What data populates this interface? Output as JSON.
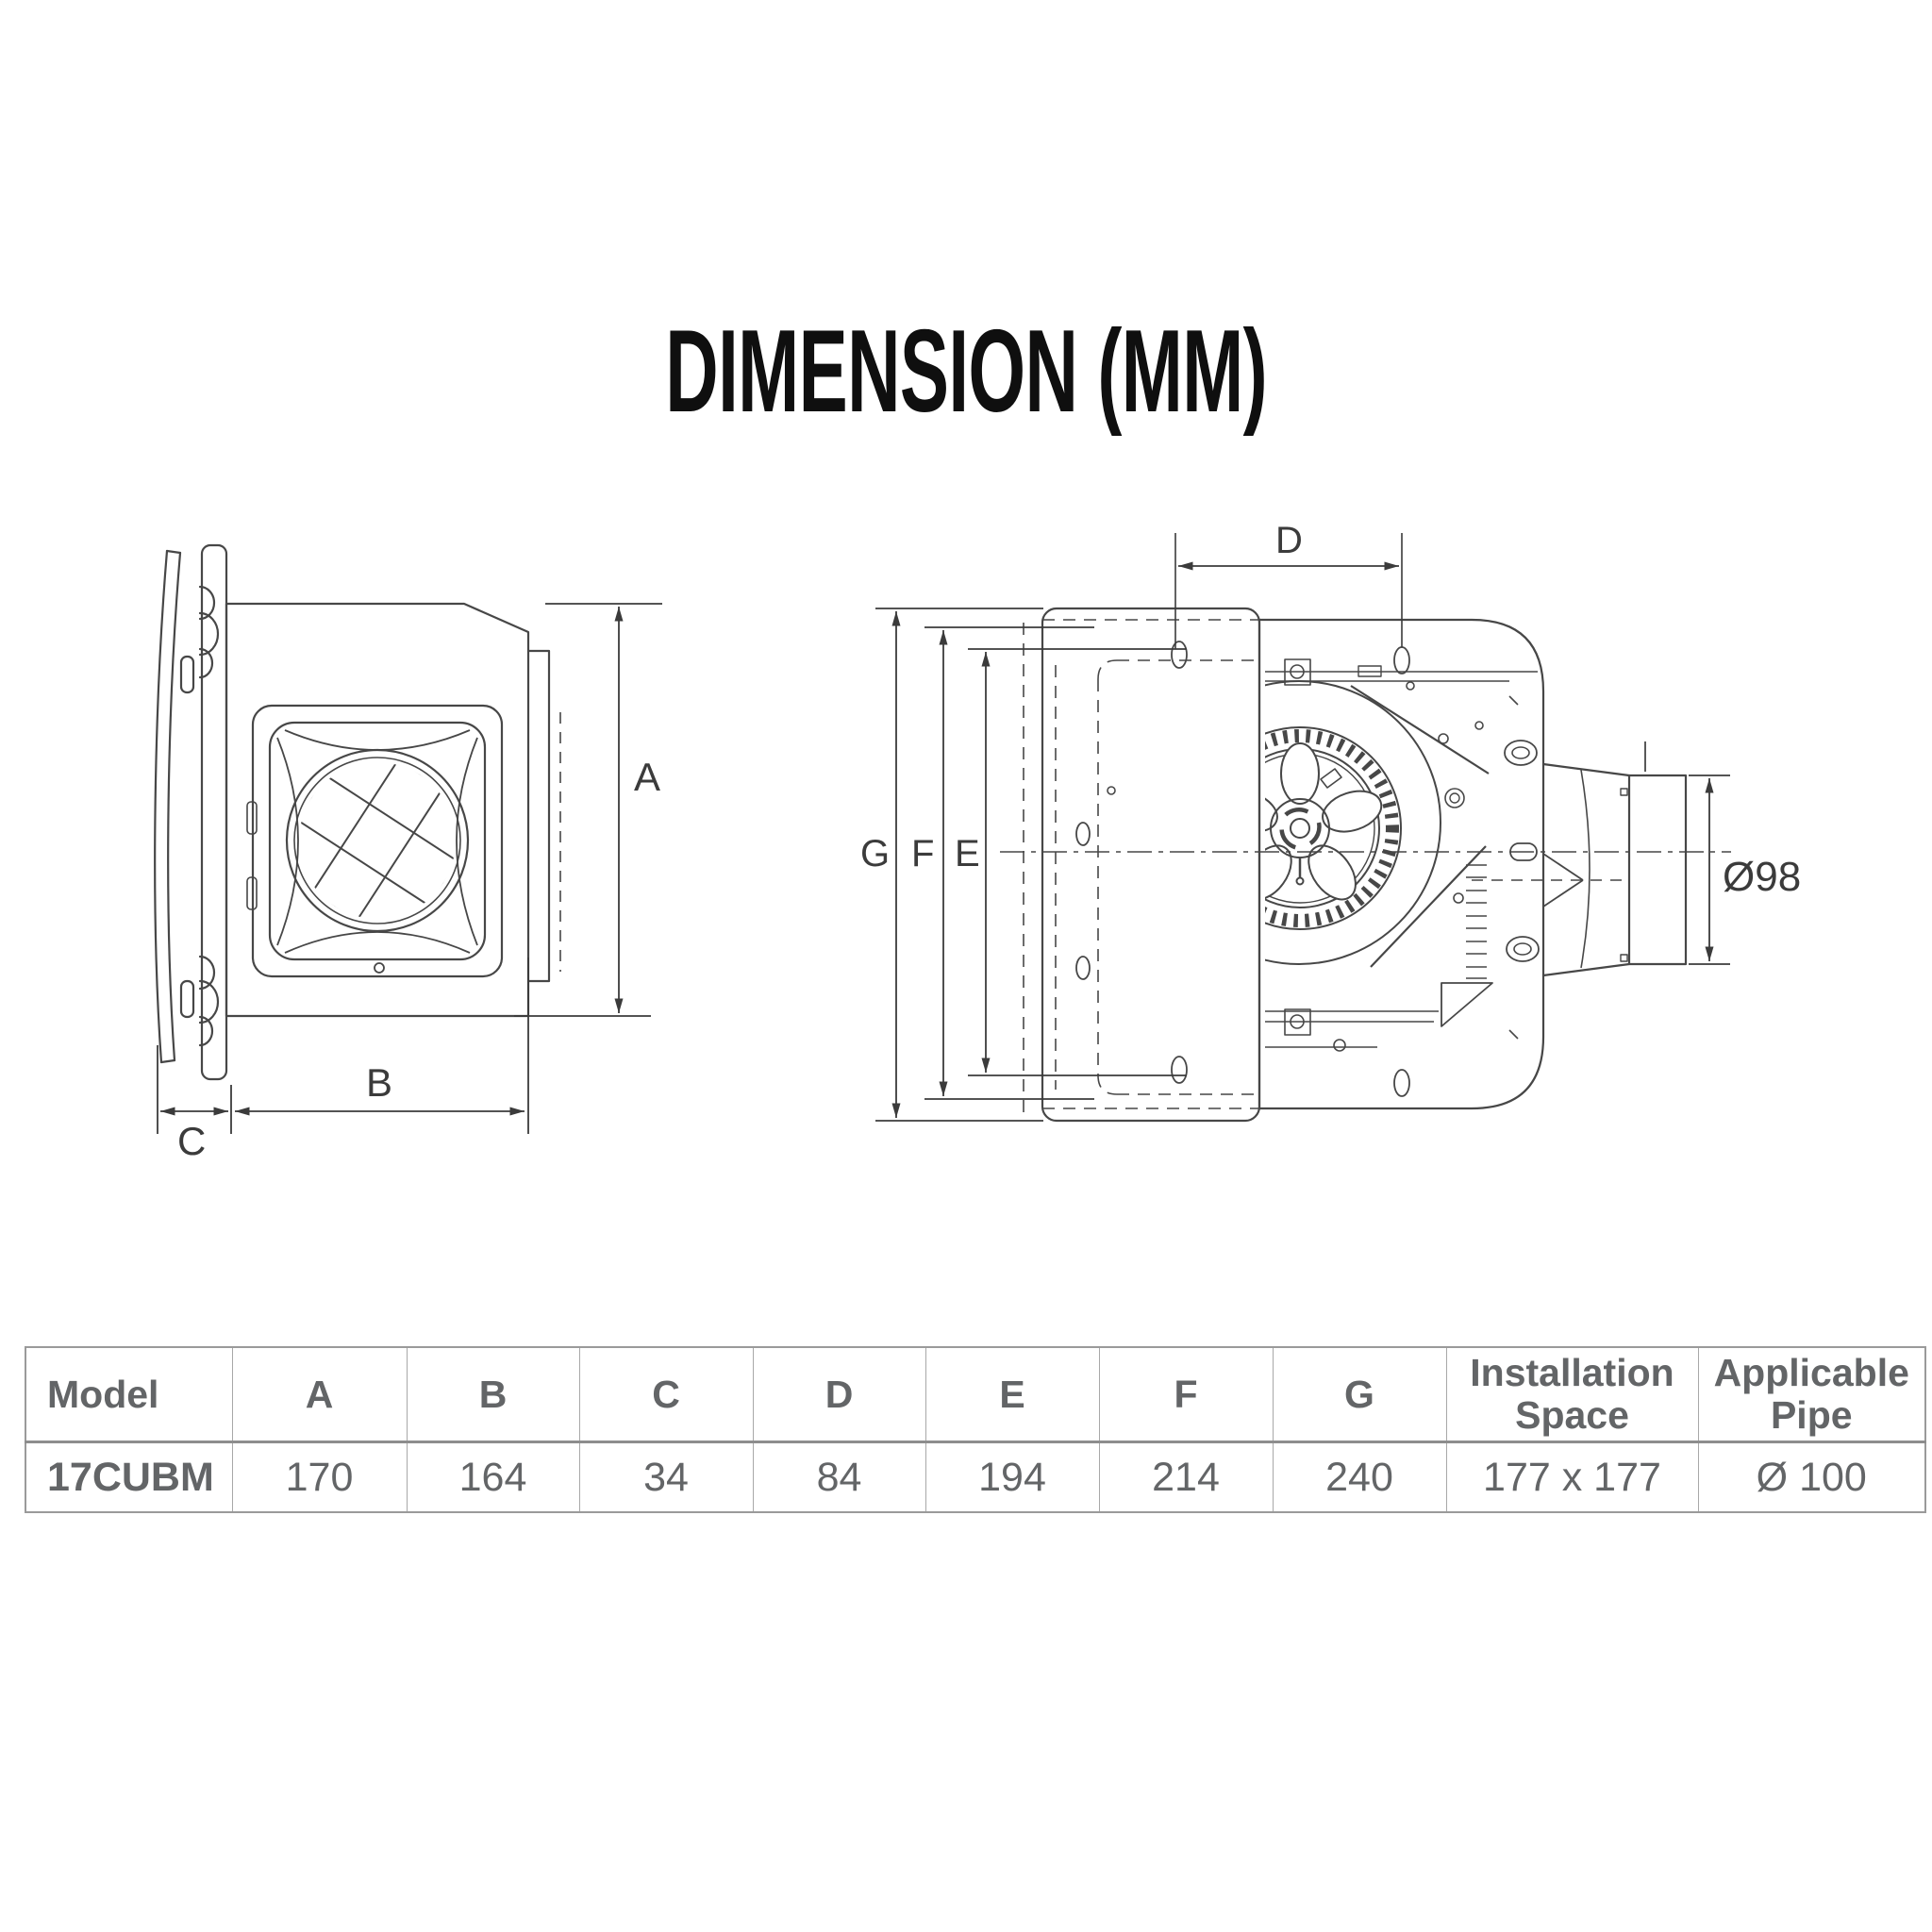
{
  "title": "DIMENSION (MM)",
  "colors": {
    "line": "#474747",
    "dimension": "#3b3b3b",
    "table_text": "#636567",
    "table_border": "#a8a8a8",
    "title_text": "#0f0f0f",
    "background": "#ffffff"
  },
  "diagram_left": {
    "name": "side-view-drawing",
    "labels": {
      "a": "A",
      "b": "B",
      "c": "C"
    }
  },
  "diagram_right": {
    "name": "bottom-view-drawing",
    "labels": {
      "d": "D",
      "g": "G",
      "f": "F",
      "e": "E",
      "diameter": "Ø98"
    }
  },
  "table": {
    "headers": [
      [
        "Model"
      ],
      [
        "A"
      ],
      [
        "B"
      ],
      [
        "C"
      ],
      [
        "D"
      ],
      [
        "E"
      ],
      [
        "F"
      ],
      [
        "G"
      ],
      [
        "Installation",
        "Space"
      ],
      [
        "Applicable",
        "Pipe"
      ]
    ],
    "rows": [
      [
        "17CUBM",
        "170",
        "164",
        "34",
        "84",
        "194",
        "214",
        "240",
        "177 x 177",
        "Ø 100"
      ]
    ]
  }
}
